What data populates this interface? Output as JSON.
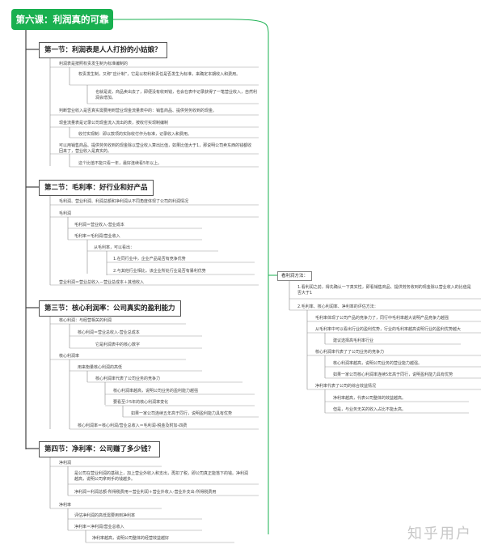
{
  "root": "第六课：利润真的可靠吗",
  "sections": [
    {
      "title": "第一节：利润表是人人打扮的小姑娘？",
      "nodes": [
        "利润表是按照权责发生制为标准编制的",
        "权责发生制，又称“应计制”，它是以权利和责任是否发生为标准，来确定本期收入和费用。",
        "也就是说，商品卖出去了，即便没有收到钱，也会在表中记录获得了一笔营业收入，自然利润会增加。",
        "判断营业收入是否真实需要用到营业现金流量表中的：销售商品、提供劳务收到的现金。",
        "现金流量表是记录公司现金流入流出的表，按收付实现制编制",
        "收付实现制：即以款项的实际收付作为标准，记录收入和费用。",
        "可以用销售商品、提供劳务收到的现金除以营业收入算出比值，如果比值大于1，那说明公司卖东西的钱都收回来了，营业收入是真实的。",
        "这个比值不能只看一年，最好连续看5年以上。"
      ]
    },
    {
      "title": "第二节：毛利率：好行业和好产品",
      "nodes": [
        "毛利润、营业利润、利润总额和净利润从不同角度体现了公司的利润情况",
        "毛利润",
        "毛利润＝营业收入-营业成本",
        "毛利率＝毛利润/营业收入",
        "从毛利率，可以看出：",
        "1.在同行业中，企业产品是否有竞争优势",
        "2.与其他行业相比，该企业所处行业是否有暴利优势",
        "营业利润＝营业总收入－营业总成本＋其他收入"
      ]
    },
    {
      "title": "第三节：核心利润率：公司真实的盈利能力",
      "nodes": [
        "核心利润：与经营相关的利润",
        "核心利润＝营业总收入-营业总成本",
        "它是利润表中的核心数字",
        "核心利润率",
        "用来衡量核心利润的高低",
        "核心利润率代表了公司业务的竞争力",
        "核心利润率越高，说明公司业务的盈利能力越强",
        "要看至少5年的核心利润率变化",
        "如果一家公司连续五年高于同行，说明盈利能力具有优势",
        "核心利润率＝核心利润/营业总收入＝毛利润-税金及附加-四费"
      ]
    },
    {
      "title": "第四节：净利率：公司赚了多少钱？",
      "nodes": [
        "净利润",
        "是公司在营业利润的基础上，加上营业外收入和支出，再扣了税，即公司真正能落下的钱。净利润越高，说明公司拿到手的钱越多。",
        "净利润＝利润总额-所得税费用＝营业利润＋营业外收入-营业外支出-所得税费用",
        "净利率",
        "评估净利润的高低需要用到净利率",
        "净利率＝净利润/营业总收入",
        "净利率越高，说明公司整体的经营效益越好"
      ]
    }
  ],
  "right": {
    "title": "看利润方法：",
    "nodes": [
      "1.看利润之前，得先确认一下真实性，即看销售商品、提供劳务收到的现金除以营业收入的比值是否大于1",
      "2.毛利率、核心利润率、净利率的评估方法：",
      "毛利率体现了公司产品的竞争力了，同行中毛利率越大说明产品竞争力越强",
      "从毛利率中可以看出行业的盈利优势，行业的毛利率越高说明行业的盈利优势越大",
      "建议选择高毛利率行业",
      "核心利润率代表了了公司业务的竞争力",
      "核心利润率越高，说明公司业务的营业能力越强。",
      "如果一家公司核心利润率连续5年高于同行，说明盈利能力具有优势",
      "净利率代表了公司的综合效益情况",
      "净利率越高，代表公司整体的效益越高。",
      "但是，与业务无关的收入占比不能太高。"
    ]
  },
  "watermark": "知乎用户"
}
